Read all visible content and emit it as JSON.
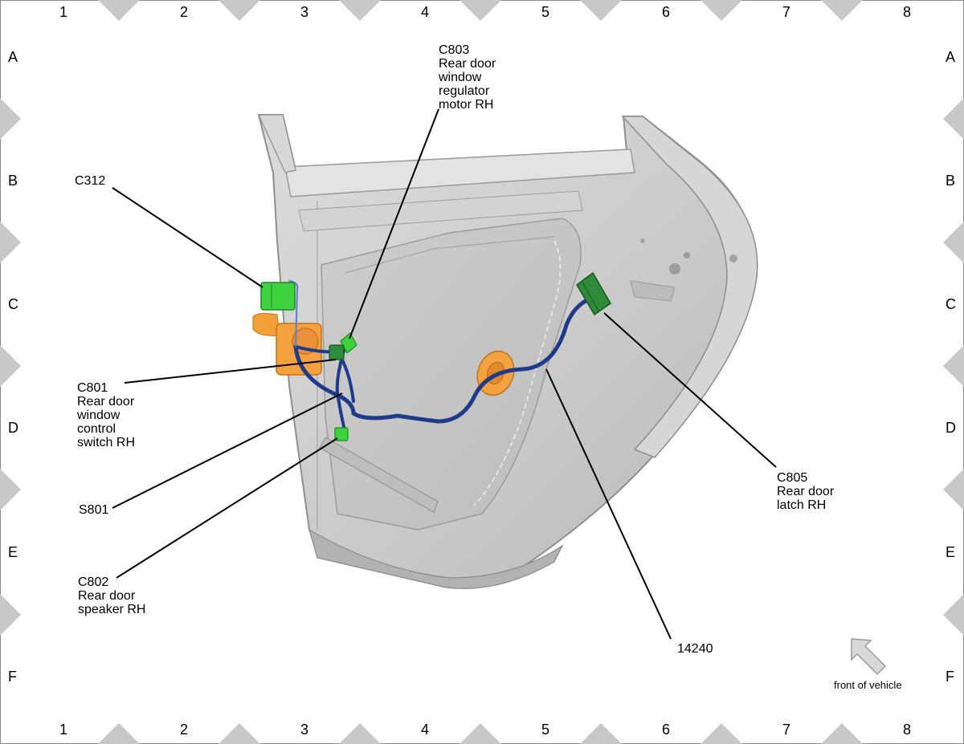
{
  "grid": {
    "columns": [
      "1",
      "2",
      "3",
      "4",
      "5",
      "6",
      "7",
      "8"
    ],
    "rows": [
      "A",
      "B",
      "C",
      "D",
      "E",
      "F"
    ]
  },
  "callouts": {
    "c803": "C803\nRear door\nwindow\nregulator\nmotor RH",
    "c312": "C312",
    "c801": "C801\nRear door\nwindow\ncontrol\nswitch RH",
    "s801": "S801",
    "c802": "C802\nRear door\nspeaker RH",
    "c805": "C805\nRear door\nlatch RH",
    "harness": "14240",
    "front": "front of vehicle"
  },
  "colors": {
    "door_panel": "#cfcfcf",
    "door_edge": "#9a9a9a",
    "harness": "#1f3a8a",
    "connector_green": "#3fd23f",
    "connector_dark_green": "#2e8b3a",
    "grommet_orange": "#f2a03a",
    "grid_marker": "#c8c8c8"
  },
  "icons": [
    "front-of-vehicle-arrow-icon"
  ]
}
